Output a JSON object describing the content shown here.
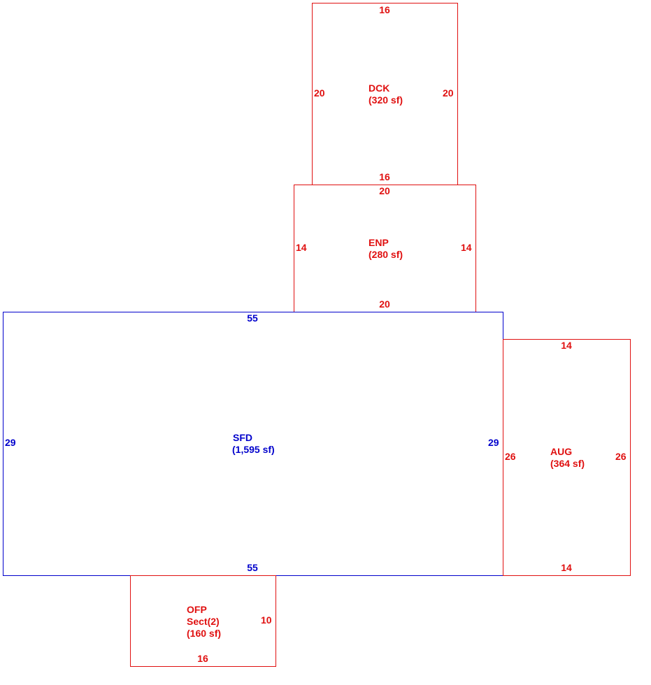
{
  "colors": {
    "main": "#0000cc",
    "addition": "#e01010"
  },
  "areas": {
    "dck": {
      "code": "DCK",
      "area": "(320 sf)",
      "top": "16",
      "bottom": "16",
      "left": "20",
      "right": "20"
    },
    "enp": {
      "code": "ENP",
      "area": "(280 sf)",
      "top": "20",
      "bottom": "20",
      "left": "14",
      "right": "14"
    },
    "sfd": {
      "code": "SFD",
      "area": "(1,595 sf)",
      "top": "55",
      "bottom": "55",
      "left": "29",
      "right": "29"
    },
    "aug": {
      "code": "AUG",
      "area": "(364 sf)",
      "top": "14",
      "bottom": "14",
      "left": "26",
      "right": "26"
    },
    "ofp": {
      "code": "OFP",
      "sect": "Sect(2)",
      "area": "(160 sf)",
      "bottom": "16",
      "right": "10"
    }
  }
}
